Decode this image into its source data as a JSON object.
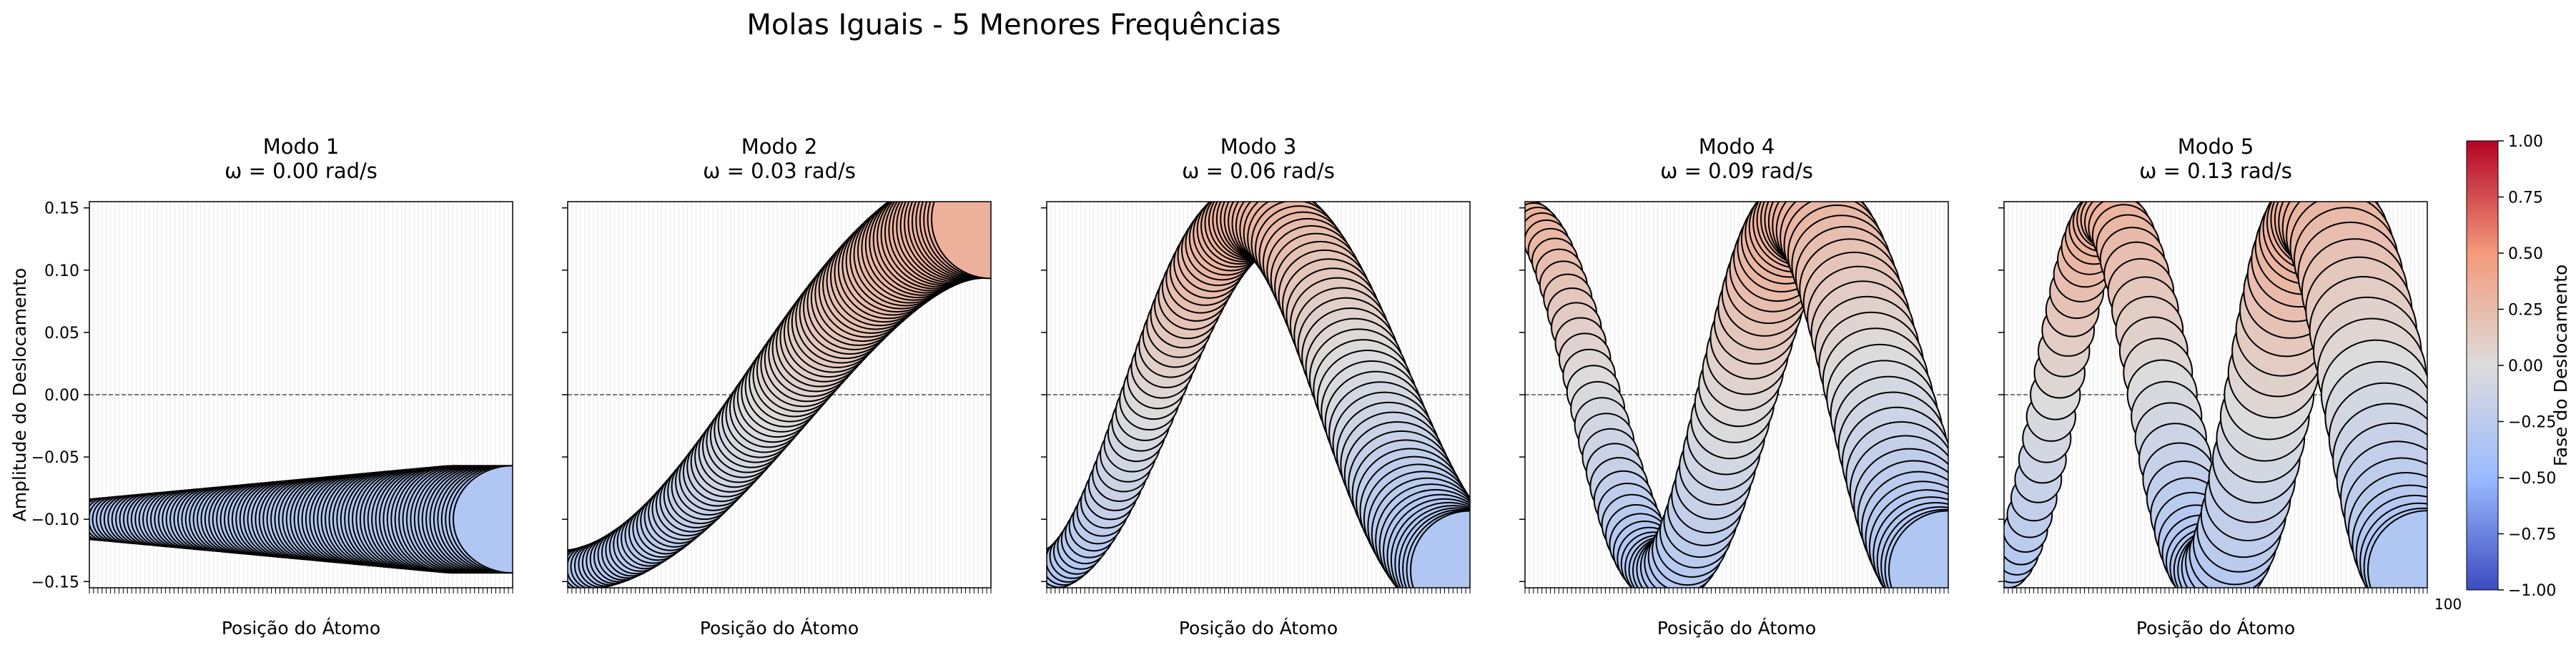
{
  "figure_title": "Molas Iguais - 5 Menores Frequências",
  "chart_data": [
    {
      "type": "scatter",
      "title": "Modo 1\nω = 0.00 rad/s",
      "omega": 0.0,
      "xlabel": "Posição do Átomo",
      "ylabel": "Amplitude do Deslocamento",
      "ylim": [
        -0.155,
        0.155
      ],
      "yticks": [
        0.15,
        0.1,
        0.05,
        0.0,
        -0.05,
        -0.1,
        -0.15
      ],
      "ytick_labels": [
        "0.15",
        "0.10",
        "0.05",
        "0.00",
        "−0.05",
        "−0.10",
        "−0.15"
      ],
      "n_atoms": 100,
      "x_range": [
        0,
        99
      ],
      "mode_shape": "constant",
      "amplitude": -0.1,
      "grid": true
    },
    {
      "type": "scatter",
      "title": "Modo 2\nω = 0.03 rad/s",
      "omega": 0.03,
      "xlabel": "Posição do Átomo",
      "ylabel": "",
      "ylim": [
        -0.155,
        0.155
      ],
      "n_atoms": 100,
      "x_range": [
        0,
        99
      ],
      "mode_shape": "cosine",
      "mode_index": 1,
      "amplitude": -0.141,
      "grid": true
    },
    {
      "type": "scatter",
      "title": "Modo 3\nω = 0.06 rad/s",
      "omega": 0.06,
      "xlabel": "Posição do Átomo",
      "ylabel": "",
      "ylim": [
        -0.155,
        0.155
      ],
      "n_atoms": 100,
      "x_range": [
        0,
        99
      ],
      "mode_shape": "cosine",
      "mode_index": 2,
      "amplitude": -0.141,
      "grid": true
    },
    {
      "type": "scatter",
      "title": "Modo 4\nω = 0.09 rad/s",
      "omega": 0.09,
      "xlabel": "Posição do Átomo",
      "ylabel": "",
      "ylim": [
        -0.155,
        0.155
      ],
      "n_atoms": 100,
      "x_range": [
        0,
        99
      ],
      "mode_shape": "cosine",
      "mode_index": 3,
      "amplitude": 0.141,
      "grid": true
    },
    {
      "type": "scatter",
      "title": "Modo 5\nω = 0.13 rad/s",
      "omega": 0.13,
      "xlabel": "Posição do Átomo",
      "ylabel": "",
      "ylim": [
        -0.155,
        0.155
      ],
      "n_atoms": 100,
      "x_range": [
        0,
        99
      ],
      "mode_shape": "cosine",
      "mode_index": 4,
      "amplitude": -0.141,
      "grid": true,
      "last_tick_label": "100"
    }
  ],
  "colorbar": {
    "label": "Fase do Deslocamento",
    "ticks": [
      1.0,
      0.75,
      0.5,
      0.25,
      0.0,
      -0.25,
      -0.5,
      -0.75,
      -1.0
    ],
    "tick_labels": [
      "1.00",
      "0.75",
      "0.50",
      "0.25",
      "0.00",
      "−0.25",
      "−0.50",
      "−0.75",
      "−1.00"
    ],
    "colormap": "coolwarm",
    "colors": {
      "max": "#b40426",
      "mid": "#dddddd",
      "min": "#3b4cc0"
    }
  },
  "colors": {
    "axes": "#000000",
    "grid": "#e8e8e8",
    "zero_line": "#7a7a7a",
    "marker_edge": "#000000"
  }
}
